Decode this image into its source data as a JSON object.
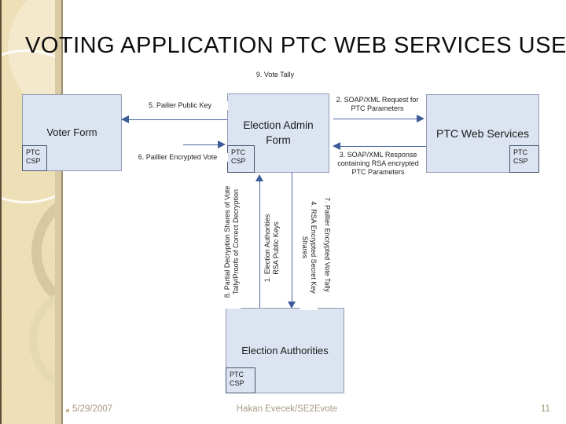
{
  "slide": {
    "title": "VOTING APPLICATION PTC WEB SERVICES USE",
    "footer": {
      "date": "5/29/2007",
      "author": "Hakan Evecek/SE2Evote",
      "page_number": "11"
    }
  },
  "diagram": {
    "boxes": {
      "voter": {
        "label": "Voter Form",
        "csp": "PTC\nCSP"
      },
      "admin": {
        "label": "Election Admin\nForm",
        "csp": "PTC\nCSP"
      },
      "ptcweb": {
        "label": "PTC Web Services",
        "csp": "PTC\nCSP"
      },
      "authorities": {
        "label": "Election Authorities",
        "csp": "PTC\nCSP"
      }
    },
    "steps": {
      "step1": "1. Election Authorities\nRSA Public Keys",
      "step2": "2. SOAP/XML Request for\nPTC Parameters",
      "step3": "3. SOAP/XML Response\ncontaining RSA encrypted\nPTC Parameters",
      "step4": "4. RSA Encrypted Secret Key\nShares",
      "step5": "5. Pailier Public Key",
      "step6": "6. Paillier Encrypted Vote",
      "step7": "7. Paillier Encrypted Vote Tally",
      "step8": "8. Partial Decryption Shares of Vote\nTally/Proofs of Correct Decryption",
      "step9": "9. Vote Tally"
    },
    "colors": {
      "box_fill": "#dde4f1",
      "box_border": "#8f9cb3",
      "arrow": "#4a67a0",
      "sidebar_tan": "#ecdcb0",
      "footer_text": "#a79b80"
    }
  }
}
